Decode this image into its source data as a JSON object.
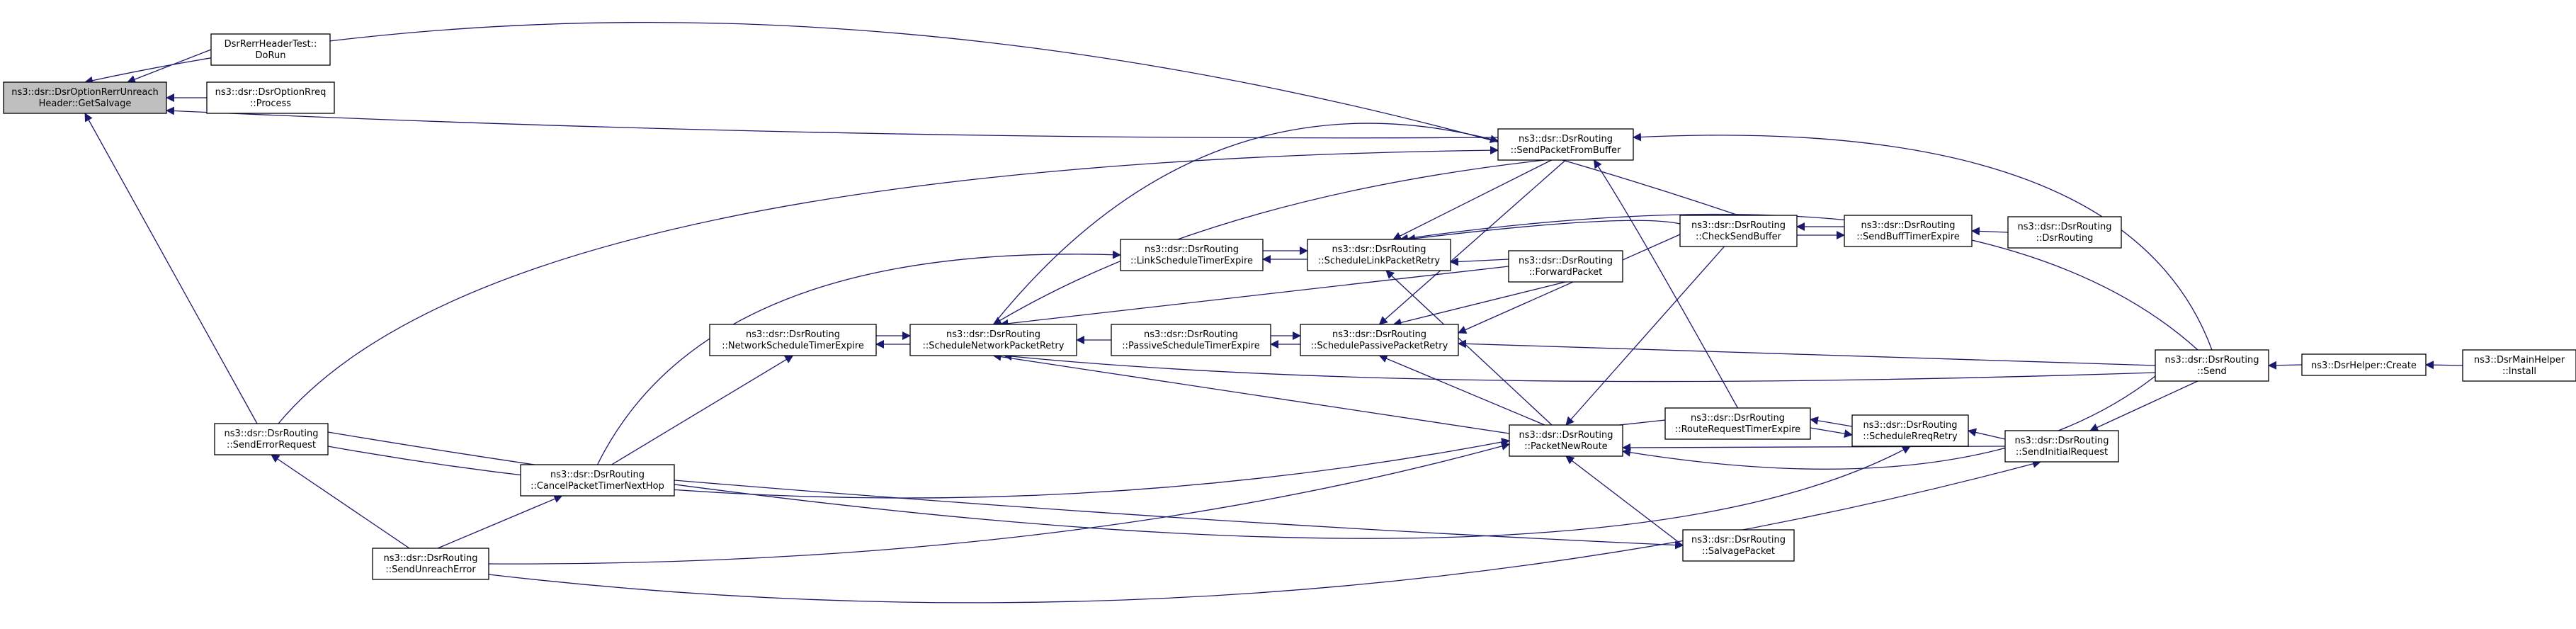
{
  "colors": {
    "edge": "#191970",
    "highlight_fill": "#bfbfbf",
    "node_fill": "#ffffff"
  },
  "nodes": {
    "getsalvage": {
      "l1": "ns3::dsr::DsrOptionRerrUnreach",
      "l2": "Header::GetSalvage"
    },
    "dorun": {
      "l1": "DsrRerrHeaderTest::",
      "l2": "DoRun"
    },
    "optrreq_process": {
      "l1": "ns3::dsr::DsrOptionRreq",
      "l2": "::Process"
    },
    "senderrorrequest": {
      "l1": "ns3::dsr::DsrRouting",
      "l2": "::SendErrorRequest"
    },
    "sendunreacherror": {
      "l1": "ns3::dsr::DsrRouting",
      "l2": "::SendUnreachError"
    },
    "cancelpackettimer": {
      "l1": "ns3::dsr::DsrRouting",
      "l2": "::CancelPacketTimerNextHop"
    },
    "networkschedtimer": {
      "l1": "ns3::dsr::DsrRouting",
      "l2": "::NetworkScheduleTimerExpire"
    },
    "schednetworkpacketretry": {
      "l1": "ns3::dsr::DsrRouting",
      "l2": "::ScheduleNetworkPacketRetry"
    },
    "linkschedtimer": {
      "l1": "ns3::dsr::DsrRouting",
      "l2": "::LinkScheduleTimerExpire"
    },
    "passiveschedtimer": {
      "l1": "ns3::dsr::DsrRouting",
      "l2": "::PassiveScheduleTimerExpire"
    },
    "schedlinkpacketretry": {
      "l1": "ns3::dsr::DsrRouting",
      "l2": "::ScheduleLinkPacketRetry"
    },
    "schedpassivepacketretry": {
      "l1": "ns3::dsr::DsrRouting",
      "l2": "::SchedulePassivePacketRetry"
    },
    "sendpacketfrombuffer": {
      "l1": "ns3::dsr::DsrRouting",
      "l2": "::SendPacketFromBuffer"
    },
    "forwardpacket": {
      "l1": "ns3::dsr::DsrRouting",
      "l2": "::ForwardPacket"
    },
    "packetnewroute": {
      "l1": "ns3::dsr::DsrRouting",
      "l2": "::PacketNewRoute"
    },
    "checksendbuffer": {
      "l1": "ns3::dsr::DsrRouting",
      "l2": "::CheckSendBuffer"
    },
    "routerequesttimer": {
      "l1": "ns3::dsr::DsrRouting",
      "l2": "::RouteRequestTimerExpire"
    },
    "salvagepacket": {
      "l1": "ns3::dsr::DsrRouting",
      "l2": "::SalvagePacket"
    },
    "sendbufftimer": {
      "l1": "ns3::dsr::DsrRouting",
      "l2": "::SendBuffTimerExpire"
    },
    "schedulerreqretry": {
      "l1": "ns3::dsr::DsrRouting",
      "l2": "::ScheduleRreqRetry"
    },
    "sendinitialrequest": {
      "l1": "ns3::dsr::DsrRouting",
      "l2": "::SendInitialRequest"
    },
    "dsrrouting_ctor": {
      "l1": "ns3::dsr::DsrRouting",
      "l2": "::DsrRouting"
    },
    "send": {
      "l1": "ns3::dsr::DsrRouting",
      "l2": "::Send"
    },
    "helper_create": {
      "l1": "ns3::DsrHelper::Create",
      "l2": ""
    },
    "mainhelper_install": {
      "l1": "ns3::DsrMainHelper",
      "l2": "::Install"
    }
  }
}
